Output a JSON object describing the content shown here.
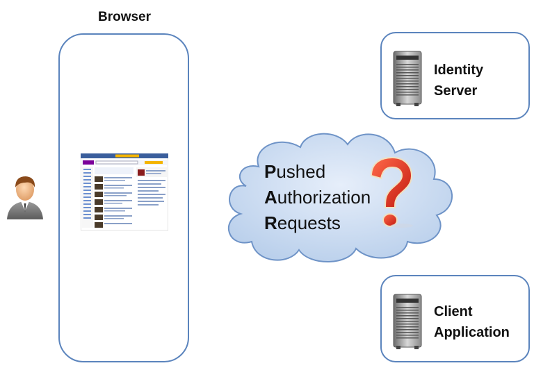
{
  "browser": {
    "title": "Browser"
  },
  "identity": {
    "line1": "Identity",
    "line2": "Server"
  },
  "client": {
    "line1": "Client",
    "line2": "Application"
  },
  "cloud": {
    "lines": [
      {
        "initial": "P",
        "rest": "ushed"
      },
      {
        "initial": "A",
        "rest": "uthorization"
      },
      {
        "initial": "R",
        "rest": "equests"
      }
    ]
  },
  "colors": {
    "box_border": "#5b84bd",
    "cloud_fill": "#c9dcf3",
    "cloud_border": "#6e93c7",
    "question_mark": "#e0301e"
  },
  "icons": {
    "user": "user-avatar-icon",
    "server": "server-tower-icon",
    "question": "question-mark-icon",
    "page": "webpage-thumbnail"
  }
}
